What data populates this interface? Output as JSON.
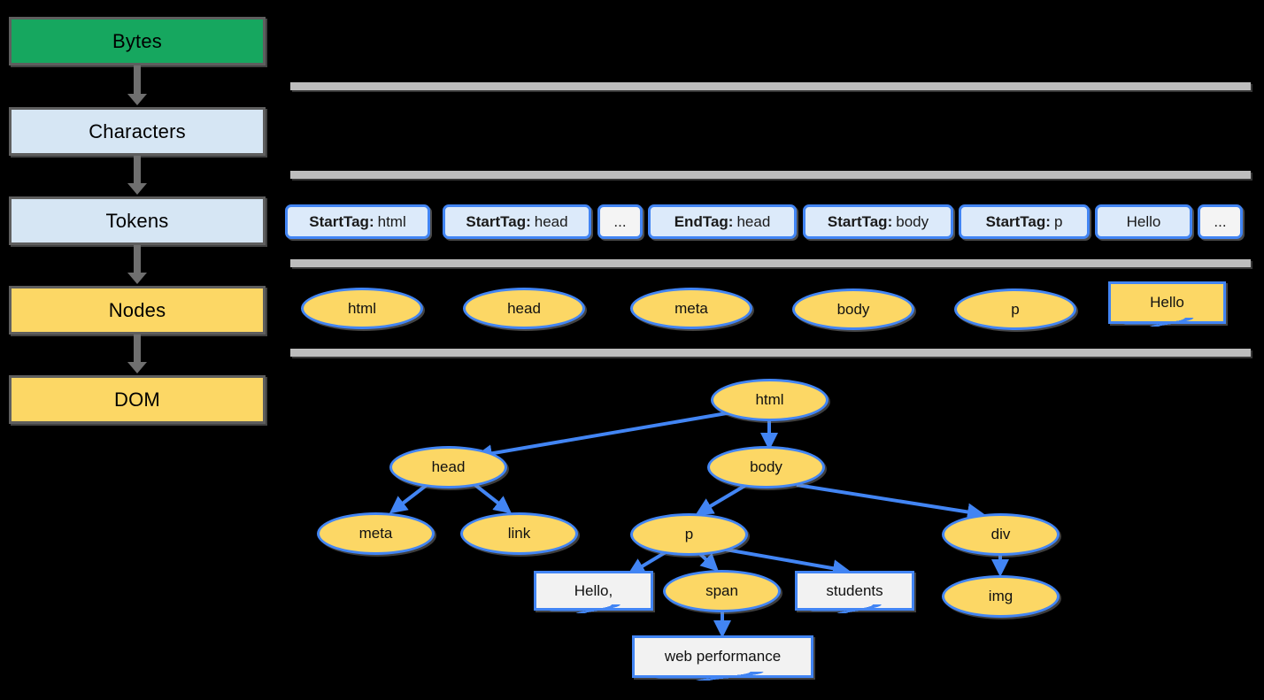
{
  "pipeline": {
    "stages": [
      {
        "label": "Bytes",
        "style": "green"
      },
      {
        "label": "Characters",
        "style": "blue"
      },
      {
        "label": "Tokens",
        "style": "blue"
      },
      {
        "label": "Nodes",
        "style": "yellow"
      },
      {
        "label": "DOM",
        "style": "yellow"
      }
    ]
  },
  "tokens_row": {
    "items": [
      {
        "bold": "StartTag:",
        "text": "html",
        "fill": "blue"
      },
      {
        "bold": "StartTag:",
        "text": "head",
        "fill": "blue"
      },
      {
        "bold": "",
        "text": "...",
        "fill": "white"
      },
      {
        "bold": "EndTag:",
        "text": "head",
        "fill": "blue"
      },
      {
        "bold": "StartTag:",
        "text": "body",
        "fill": "blue"
      },
      {
        "bold": "StartTag:",
        "text": "p",
        "fill": "blue"
      },
      {
        "bold": "",
        "text": "Hello",
        "fill": "blue"
      },
      {
        "bold": "",
        "text": "...",
        "fill": "white"
      }
    ]
  },
  "nodes_row": {
    "items": [
      {
        "label": "html",
        "shape": "ellipse"
      },
      {
        "label": "head",
        "shape": "ellipse"
      },
      {
        "label": "meta",
        "shape": "ellipse"
      },
      {
        "label": "body",
        "shape": "ellipse"
      },
      {
        "label": "p",
        "shape": "ellipse"
      },
      {
        "label": "Hello",
        "shape": "document"
      }
    ]
  },
  "dom_tree": {
    "nodes": [
      {
        "id": "html",
        "label": "html",
        "shape": "ellipse"
      },
      {
        "id": "head",
        "label": "head",
        "shape": "ellipse"
      },
      {
        "id": "body",
        "label": "body",
        "shape": "ellipse"
      },
      {
        "id": "meta",
        "label": "meta",
        "shape": "ellipse"
      },
      {
        "id": "link",
        "label": "link",
        "shape": "ellipse"
      },
      {
        "id": "p",
        "label": "p",
        "shape": "ellipse"
      },
      {
        "id": "div",
        "label": "div",
        "shape": "ellipse"
      },
      {
        "id": "hello",
        "label": "Hello,",
        "shape": "document"
      },
      {
        "id": "span",
        "label": "span",
        "shape": "ellipse"
      },
      {
        "id": "students",
        "label": "students",
        "shape": "document"
      },
      {
        "id": "img",
        "label": "img",
        "shape": "ellipse"
      },
      {
        "id": "webperf",
        "label": "web performance",
        "shape": "document"
      }
    ],
    "edges": [
      [
        "html",
        "head"
      ],
      [
        "html",
        "body"
      ],
      [
        "head",
        "meta"
      ],
      [
        "head",
        "link"
      ],
      [
        "body",
        "p"
      ],
      [
        "body",
        "div"
      ],
      [
        "p",
        "hello"
      ],
      [
        "p",
        "span"
      ],
      [
        "p",
        "students"
      ],
      [
        "div",
        "img"
      ],
      [
        "span",
        "webperf"
      ]
    ]
  },
  "colors": {
    "green": "#16a75f",
    "light_blue": "#d6e6f4",
    "yellow": "#fcd765",
    "node_border": "#4285f4",
    "divider_gray": "#bdbdbd",
    "box_border_gray": "#5e5e5e",
    "background": "#000000"
  }
}
